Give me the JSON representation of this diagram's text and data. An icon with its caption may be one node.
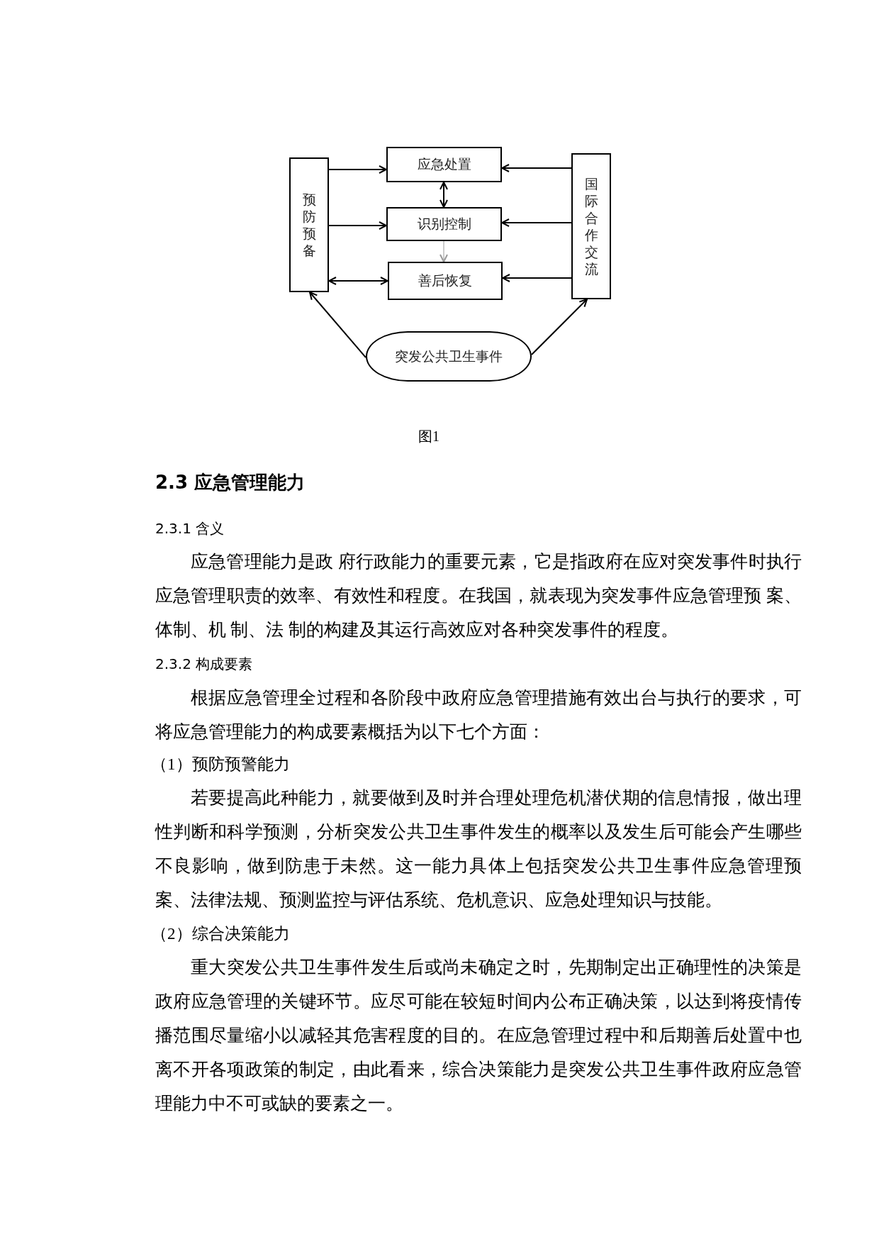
{
  "diagram": {
    "caption": "图1",
    "nodes": [
      {
        "text": [
          "预防预备"
        ]
      },
      {
        "text": [
          "应急处置"
        ]
      },
      {
        "text": [
          "识别控制"
        ]
      },
      {
        "text": [
          "善后恢复"
        ]
      },
      {
        "text": [
          "国际合作交流"
        ]
      },
      {
        "text": [
          "突发公共卫生事件"
        ]
      }
    ],
    "edges": [
      {
        "from": 0,
        "to": 1,
        "arrow": "to"
      },
      {
        "from": 0,
        "to": 2,
        "arrow": "to"
      },
      {
        "from": 0,
        "to": 3,
        "arrow": "both"
      },
      {
        "from": 4,
        "to": 1,
        "arrow": "to"
      },
      {
        "from": 4,
        "to": 2,
        "arrow": "to"
      },
      {
        "from": 4,
        "to": 3,
        "arrow": "to"
      },
      {
        "from": 1,
        "to": 2,
        "arrow": "both"
      },
      {
        "from": 2,
        "to": 3,
        "arrow": "to",
        "color": "#999999"
      },
      {
        "from": 5,
        "to": 0,
        "arrow": "to"
      },
      {
        "from": 5,
        "to": 4,
        "arrow": "to"
      }
    ],
    "labels": [
      "2.3 应急管理能力",
      "2.3.1 含义",
      "应急管理能力是政 府行政能力的重要元素，它是指政府在应对突发事件时执行应急管理职责的效率、有效性和程度。在我国，就表现为突发事件应急管理预 案、体制、机 制、法 制的构建及其运行高效应对各种突发事件的程度。",
      "2.3.2 构成要素",
      "根据应急管理全过程和各阶段中政府应急管理措施有效出台与执行的要求，可将应急管理能力的构成要素概括为以下七个方面：",
      "（1）预防预警能力",
      "若要提高此种能力，就要做到及时并合理处理危机潜伏期的信息情报，做出理性判断和科学预测，分析突发公共卫生事件发生的概率以及发生后可能会产生哪些不良影响，做到防患于未然。这一能力具体上包括突发公共卫生事件应急管理预案、法律法规、预测监控与评估系统、危机意识、应急处理知识与技能。",
      "（2）综合决策能力",
      "重大突发公共卫生事件发生后或尚未确定之时，先期制定出正确理性的决策是政府应急管理的关键环节。应尽可能在较短时间内公布正确决策，以达到将疫情传播范围尽量缩小以减轻其危害程度的目的。在应急管理过程中和后期善后处置中也离不开各项政策的制定，由此看来，综合决策能力是突发公共卫生事件政府应急管理能力中不可或缺的要素之一。"
    ]
  }
}
